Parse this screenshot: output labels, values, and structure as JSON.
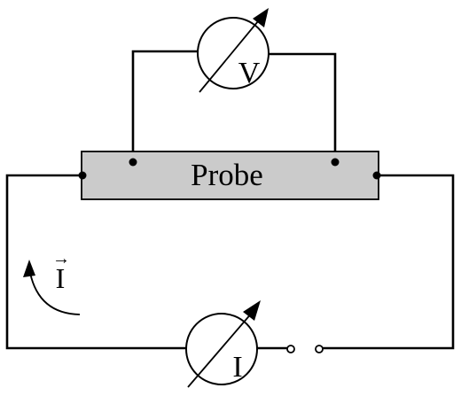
{
  "probe": {
    "label": "Probe",
    "fill_color": "#cbcbcb"
  },
  "voltmeter": {
    "label": "V",
    "icon": "variable-meter-arrow"
  },
  "ammeter": {
    "label": "I",
    "icon": "variable-meter-arrow"
  },
  "current_direction": {
    "label": "I",
    "vector_marker": "→",
    "icon": "curved-arrow"
  }
}
